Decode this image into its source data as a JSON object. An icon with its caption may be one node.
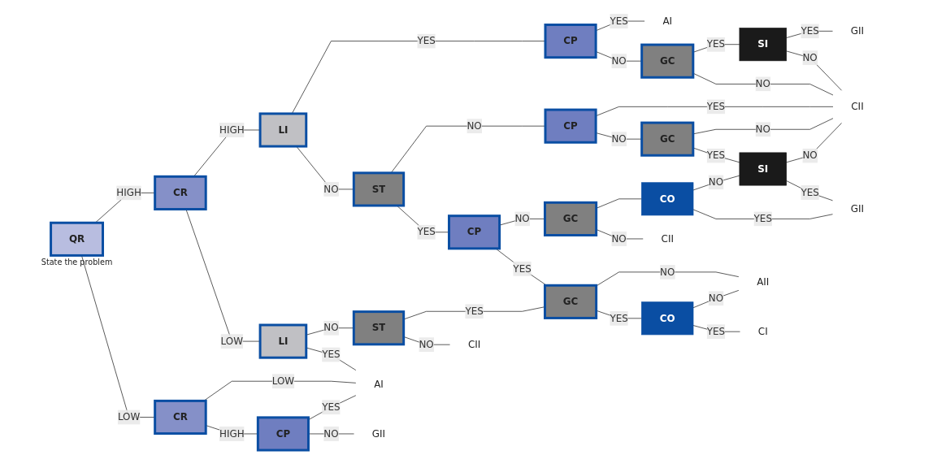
{
  "diagram": {
    "nodes": [
      {
        "text": [
          "QR"
        ],
        "beside": [
          "State the problem"
        ]
      },
      {
        "text": [
          "CR"
        ]
      },
      {
        "text": [
          "CR"
        ]
      },
      {
        "text": [
          "LI"
        ]
      },
      {
        "text": [
          "LI"
        ]
      },
      {
        "text": [
          "CP"
        ]
      },
      {
        "text": [
          "ST"
        ]
      },
      {
        "text": [
          "ST"
        ]
      },
      {
        "text": [
          "GC"
        ]
      },
      {
        "text": [
          "CP"
        ]
      },
      {
        "text": [
          "CP"
        ]
      },
      {
        "text": [
          "GC"
        ]
      },
      {
        "text": [
          "GC"
        ]
      },
      {
        "text": [
          "GC"
        ]
      },
      {
        "text": [
          "CP"
        ]
      },
      {
        "text": [
          "SI"
        ]
      },
      {
        "text": [
          "SI"
        ]
      },
      {
        "text": [
          "CO"
        ]
      },
      {
        "text": [
          "CO"
        ]
      },
      {
        "text": [
          "AI"
        ]
      },
      {
        "text": [
          "GII"
        ]
      },
      {
        "text": [
          "CII"
        ]
      },
      {
        "text": [
          "GII"
        ]
      },
      {
        "text": [
          "CII"
        ]
      },
      {
        "text": [
          "AII"
        ]
      },
      {
        "text": [
          "CI"
        ]
      },
      {
        "text": [
          "CII"
        ]
      },
      {
        "text": [
          "AI"
        ]
      },
      {
        "text": [
          "GII"
        ]
      }
    ],
    "edges": [
      {
        "from": 0,
        "to": 1,
        "arrow": "none",
        "label": "HIGH"
      },
      {
        "from": 0,
        "to": 2,
        "arrow": "none",
        "label": "LOW"
      },
      {
        "from": 1,
        "to": 3,
        "arrow": "none",
        "label": "HIGH"
      },
      {
        "from": 1,
        "to": 4,
        "arrow": "none",
        "label": "LOW"
      },
      {
        "from": 3,
        "to": 5,
        "arrow": "none",
        "label": "YES"
      },
      {
        "from": 3,
        "to": 6,
        "arrow": "none",
        "label": "NO"
      },
      {
        "from": 5,
        "to": 19,
        "arrow": "none",
        "label": "YES"
      },
      {
        "from": 5,
        "to": 8,
        "arrow": "none",
        "label": "NO"
      },
      {
        "from": 8,
        "to": 15,
        "arrow": "none",
        "label": "YES"
      },
      {
        "from": 8,
        "to": 21,
        "arrow": "none",
        "label": "NO"
      },
      {
        "from": 15,
        "to": 20,
        "arrow": "none",
        "label": "YES"
      },
      {
        "from": 15,
        "to": 21,
        "arrow": "none",
        "label": "NO"
      },
      {
        "from": 6,
        "to": 9,
        "arrow": "none",
        "label": "NO"
      },
      {
        "from": 6,
        "to": 10,
        "arrow": "none",
        "label": "YES"
      },
      {
        "from": 9,
        "to": 21,
        "arrow": "none",
        "label": "YES"
      },
      {
        "from": 9,
        "to": 11,
        "arrow": "none",
        "label": "NO"
      },
      {
        "from": 11,
        "to": 21,
        "arrow": "none",
        "label": "NO"
      },
      {
        "from": 11,
        "to": 16,
        "arrow": "none",
        "label": "YES"
      },
      {
        "from": 16,
        "to": 21,
        "arrow": "none",
        "label": "NO"
      },
      {
        "from": 16,
        "to": 22,
        "arrow": "none",
        "label": "YES"
      },
      {
        "from": 10,
        "to": 12,
        "arrow": "none",
        "label": "NO"
      },
      {
        "from": 10,
        "to": 13,
        "arrow": "none",
        "label": "YES"
      },
      {
        "from": 12,
        "to": 17,
        "arrow": "none"
      },
      {
        "from": 12,
        "to": 23,
        "arrow": "none",
        "label": "NO"
      },
      {
        "from": 17,
        "to": 16,
        "arrow": "none",
        "label": "NO"
      },
      {
        "from": 17,
        "to": 22,
        "arrow": "none",
        "label": "YES"
      },
      {
        "from": 13,
        "to": 24,
        "arrow": "none",
        "label": "NO"
      },
      {
        "from": 13,
        "to": 18,
        "arrow": "none",
        "label": "YES"
      },
      {
        "from": 18,
        "to": 24,
        "arrow": "none",
        "label": "NO"
      },
      {
        "from": 18,
        "to": 25,
        "arrow": "none",
        "label": "YES"
      },
      {
        "from": 4,
        "to": 7,
        "arrow": "none",
        "label": "NO"
      },
      {
        "from": 4,
        "to": 27,
        "arrow": "none",
        "label": "YES"
      },
      {
        "from": 7,
        "to": 13,
        "arrow": "none",
        "label": "YES"
      },
      {
        "from": 7,
        "to": 26,
        "arrow": "none",
        "label": "NO"
      },
      {
        "from": 2,
        "to": 27,
        "arrow": "none",
        "label": "LOW"
      },
      {
        "from": 2,
        "to": 14,
        "arrow": "none",
        "label": "HIGH"
      },
      {
        "from": 14,
        "to": 27,
        "arrow": "none",
        "label": "YES"
      },
      {
        "from": 14,
        "to": 28,
        "arrow": "none",
        "label": "NO"
      }
    ]
  }
}
